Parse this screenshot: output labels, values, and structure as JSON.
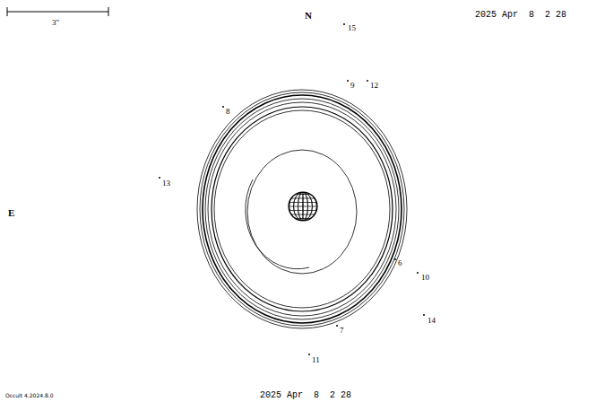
{
  "diagram": {
    "labels": [
      "3\"",
      "N",
      "2025 Apr  8  2 28",
      "E",
      "15",
      "9",
      "12",
      "8",
      "13",
      "6",
      "10",
      "7",
      "14",
      "11",
      "Occult 4.2024.8.0",
      "2025 Apr  8  2 28"
    ]
  }
}
